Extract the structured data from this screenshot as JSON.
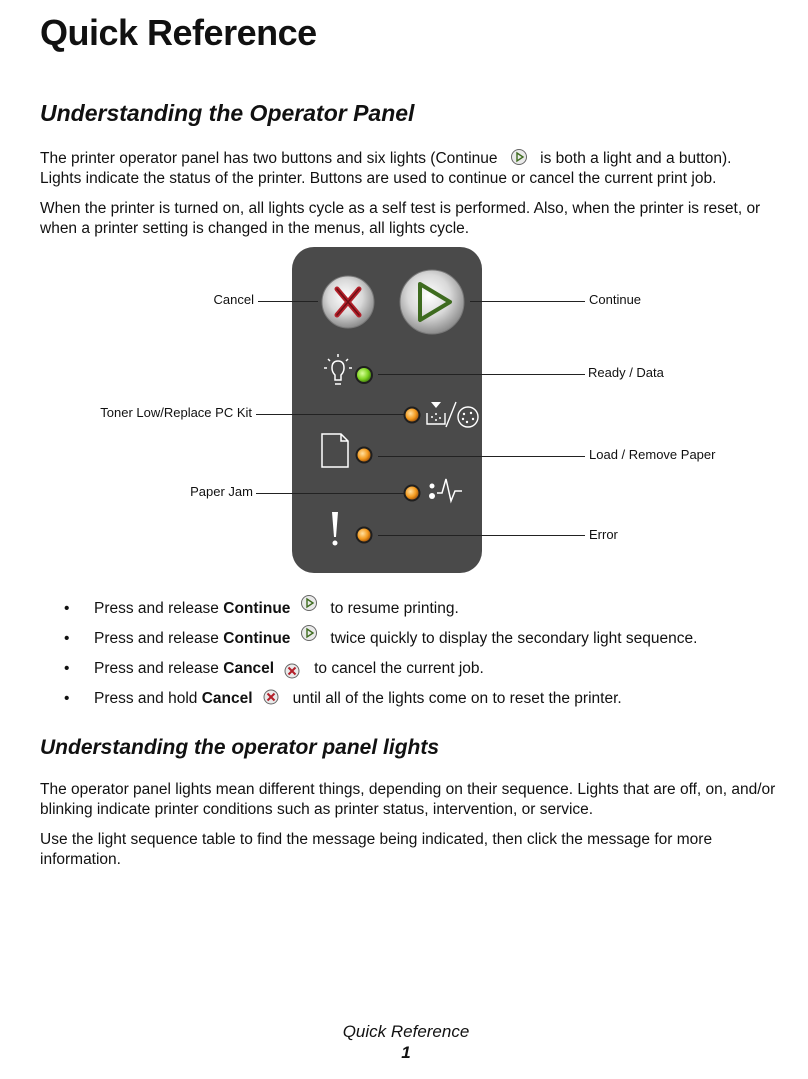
{
  "document": {
    "title": "Quick Reference",
    "section1": {
      "heading": "Understanding the Operator Panel",
      "para1_before": "The printer operator panel has two buttons and six lights (Continue",
      "para1_after": "is both a light and a button).",
      "para1_line2": "Lights indicate the status of the printer. Buttons are used to continue or cancel the current print job.",
      "para2": "When the printer is turned on, all lights cycle as a self test is performed. Also, when the printer is reset, or when a printer setting is changed in the menus, all lights cycle."
    },
    "panel": {
      "labels": {
        "cancel": "Cancel",
        "continue": "Continue",
        "ready_data": "Ready / Data",
        "toner": "Toner Low/Replace PC Kit",
        "load_paper": "Load / Remove Paper",
        "paper_jam": "Paper Jam",
        "error": "Error"
      },
      "colors": {
        "panel": "#4a4a4a",
        "ready_light": "#7ed321",
        "status_light": "#f39a1e",
        "cancel_x": "#b3202a",
        "continue_arrow": "#3e6b1f"
      },
      "icons": [
        "lightbulb-icon",
        "toner-pc-kit-icon",
        "paper-icon",
        "paper-jam-icon",
        "exclamation-icon"
      ]
    },
    "bullets": [
      {
        "pre": "Press and release ",
        "bold": "Continue",
        "post": "to resume printing.",
        "icon": "continue-icon"
      },
      {
        "pre": "Press and release ",
        "bold": "Continue",
        "post": "twice quickly to display the secondary light sequence.",
        "icon": "continue-icon"
      },
      {
        "pre": "Press and release ",
        "bold": "Cancel",
        "post": "to cancel the current job.",
        "icon": "cancel-icon"
      },
      {
        "pre": "Press and hold ",
        "bold": "Cancel",
        "post": "until all of the lights come on to reset the printer.",
        "icon": "cancel-icon"
      }
    ],
    "section2": {
      "heading": "Understanding the operator panel lights",
      "para1": "The operator panel lights mean different things, depending on their sequence. Lights that are off, on, and/or blinking indicate printer conditions such as printer status, intervention, or service.",
      "para2": "Use the light sequence table to find the message being indicated, then click the message for more information."
    },
    "footer": {
      "title": "Quick Reference",
      "page": "1"
    }
  }
}
